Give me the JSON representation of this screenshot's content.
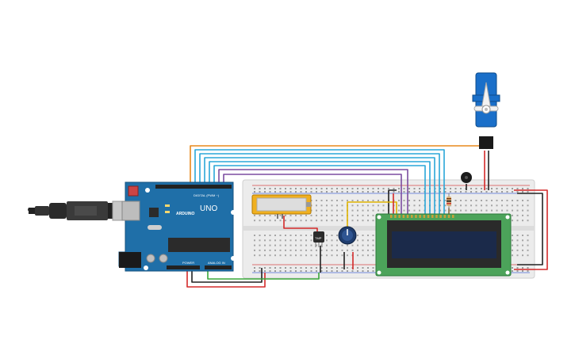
{
  "arduino": {
    "brand": "ARDUINO",
    "model": "UNO",
    "digital_label": "DIGITAL (PWM ~)",
    "power_label": "POWER",
    "analog_label": "ANALOG IN",
    "board_color": "#1f6fa8"
  },
  "sensor": {
    "label": "TMP"
  },
  "icons": {
    "usb_cable": "usb-cable-icon",
    "servo": "servo-motor-icon",
    "potentiometer": "potentiometer-knob-icon",
    "piezo": "piezo-buzzer-icon",
    "lcd": "lcd-16x2-icon"
  },
  "wire_colors": {
    "orange": "#e8891c",
    "cyan": "#2aa7d8",
    "purple": "#7b4ca0",
    "red": "#d42a2a",
    "black": "#222222",
    "green": "#3aa83a",
    "yellow": "#e0b400"
  }
}
